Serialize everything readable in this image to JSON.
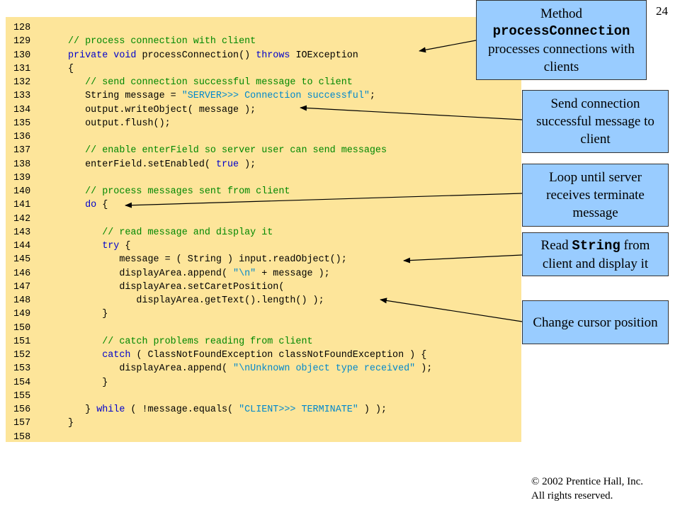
{
  "slide": {
    "number": "24"
  },
  "code": {
    "lines": [
      {
        "n": "128",
        "parts": []
      },
      {
        "n": "129",
        "parts": [
          {
            "t": "// process connection with client",
            "c": "cm"
          }
        ]
      },
      {
        "n": "130",
        "parts": [
          {
            "t": "private void",
            "c": "kw"
          },
          {
            "t": " processConnection() ",
            "c": ""
          },
          {
            "t": "throws",
            "c": "kw"
          },
          {
            "t": " IOException",
            "c": ""
          }
        ]
      },
      {
        "n": "131",
        "parts": [
          {
            "t": "{",
            "c": ""
          }
        ]
      },
      {
        "n": "132",
        "parts": [
          {
            "t": "   // send connection successful message to client",
            "c": "cm"
          }
        ]
      },
      {
        "n": "133",
        "parts": [
          {
            "t": "   String message = ",
            "c": ""
          },
          {
            "t": "\"SERVER>>> Connection successful\"",
            "c": "str"
          },
          {
            "t": ";",
            "c": ""
          }
        ]
      },
      {
        "n": "134",
        "parts": [
          {
            "t": "   output.writeObject( message );",
            "c": ""
          }
        ]
      },
      {
        "n": "135",
        "parts": [
          {
            "t": "   output.flush();",
            "c": ""
          }
        ]
      },
      {
        "n": "136",
        "parts": []
      },
      {
        "n": "137",
        "parts": [
          {
            "t": "   // enable enterField so server user can send messages",
            "c": "cm"
          }
        ]
      },
      {
        "n": "138",
        "parts": [
          {
            "t": "   enterField.setEnabled( ",
            "c": ""
          },
          {
            "t": "true",
            "c": "kw"
          },
          {
            "t": " );",
            "c": ""
          }
        ]
      },
      {
        "n": "139",
        "parts": []
      },
      {
        "n": "140",
        "parts": [
          {
            "t": "   // process messages sent from client",
            "c": "cm"
          }
        ]
      },
      {
        "n": "141",
        "parts": [
          {
            "t": "   ",
            "c": ""
          },
          {
            "t": "do",
            "c": "kw"
          },
          {
            "t": " {",
            "c": ""
          }
        ]
      },
      {
        "n": "142",
        "parts": []
      },
      {
        "n": "143",
        "parts": [
          {
            "t": "      // read message and display it",
            "c": "cm"
          }
        ]
      },
      {
        "n": "144",
        "parts": [
          {
            "t": "      ",
            "c": ""
          },
          {
            "t": "try",
            "c": "kw"
          },
          {
            "t": " {",
            "c": ""
          }
        ]
      },
      {
        "n": "145",
        "parts": [
          {
            "t": "         message = ( String ) input.readObject();",
            "c": ""
          }
        ]
      },
      {
        "n": "146",
        "parts": [
          {
            "t": "         displayArea.append( ",
            "c": ""
          },
          {
            "t": "\"\\n\"",
            "c": "str"
          },
          {
            "t": " + message );",
            "c": ""
          }
        ]
      },
      {
        "n": "147",
        "parts": [
          {
            "t": "         displayArea.setCaretPosition(",
            "c": ""
          }
        ]
      },
      {
        "n": "148",
        "parts": [
          {
            "t": "            displayArea.getText().length() );",
            "c": ""
          }
        ]
      },
      {
        "n": "149",
        "parts": [
          {
            "t": "      }",
            "c": ""
          }
        ]
      },
      {
        "n": "150",
        "parts": []
      },
      {
        "n": "151",
        "parts": [
          {
            "t": "      // catch problems reading from client",
            "c": "cm"
          }
        ]
      },
      {
        "n": "152",
        "parts": [
          {
            "t": "      ",
            "c": ""
          },
          {
            "t": "catch",
            "c": "kw"
          },
          {
            "t": " ( ClassNotFoundException classNotFoundException ) {",
            "c": ""
          }
        ]
      },
      {
        "n": "153",
        "parts": [
          {
            "t": "         displayArea.append( ",
            "c": ""
          },
          {
            "t": "\"\\nUnknown object type received\"",
            "c": "str"
          },
          {
            "t": " );",
            "c": ""
          }
        ]
      },
      {
        "n": "154",
        "parts": [
          {
            "t": "      }",
            "c": ""
          }
        ]
      },
      {
        "n": "155",
        "parts": []
      },
      {
        "n": "156",
        "parts": [
          {
            "t": "   } ",
            "c": ""
          },
          {
            "t": "while",
            "c": "kw"
          },
          {
            "t": " ( !message.equals( ",
            "c": ""
          },
          {
            "t": "\"CLIENT>>> TERMINATE\"",
            "c": "str"
          },
          {
            "t": " ) );",
            "c": ""
          }
        ]
      },
      {
        "n": "157",
        "parts": [
          {
            "t": "}",
            "c": ""
          }
        ]
      },
      {
        "n": "158",
        "parts": []
      }
    ]
  },
  "callouts": {
    "process_connection": {
      "line1": "Method",
      "mono": "processConnection",
      "line3": "processes connections with clients"
    },
    "send_message": {
      "text": "Send connection successful message to client"
    },
    "loop": {
      "text": "Loop until server receives terminate message"
    },
    "read_string": {
      "pre": "Read ",
      "mono": "String",
      "post": " from client and display it"
    },
    "cursor": {
      "text": "Change cursor position"
    }
  },
  "footer": {
    "copyright_symbol": "©",
    "line1": " 2002 Prentice Hall, Inc.",
    "line2": "All rights reserved."
  }
}
